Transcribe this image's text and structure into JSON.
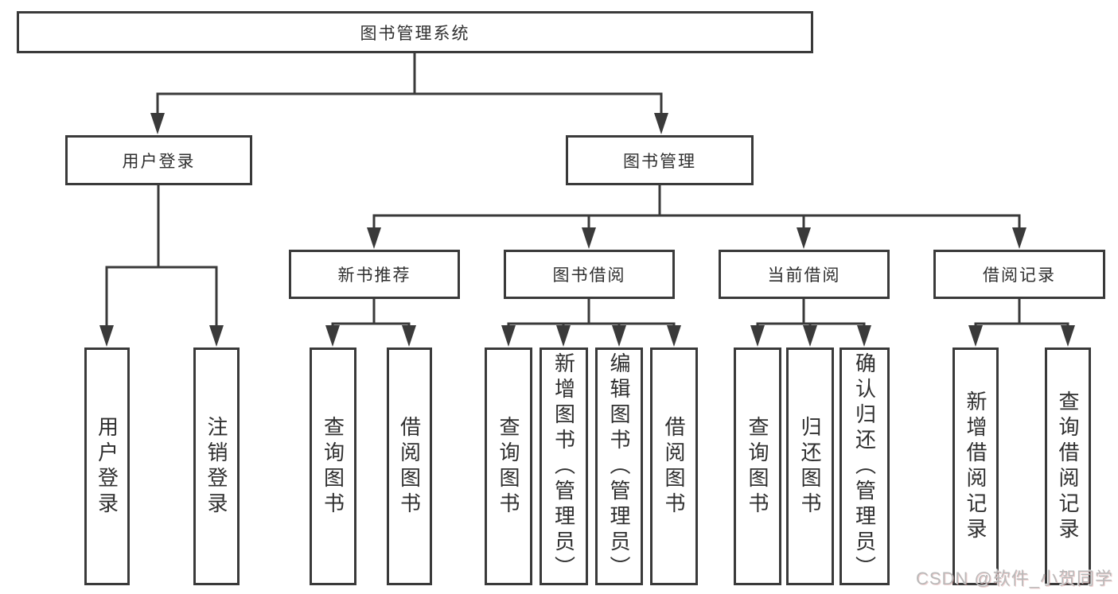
{
  "diagram": {
    "nodes": {
      "root": {
        "label": "图书管理系统"
      },
      "user_login": {
        "label": "用户登录"
      },
      "book_mgmt": {
        "label": "图书管理"
      },
      "new_book": {
        "label": "新书推荐"
      },
      "book_borrow": {
        "label": "图书借阅"
      },
      "current_borrow": {
        "label": "当前借阅"
      },
      "borrow_record": {
        "label": "借阅记录"
      },
      "leaf_user_login": {
        "label": "用户登录"
      },
      "leaf_logout": {
        "label": "注销登录"
      },
      "leaf_query_book_new": {
        "label": "查询图书"
      },
      "leaf_borrow_book_new": {
        "label": "借阅图书"
      },
      "leaf_query_book_borrow": {
        "label": "查询图书"
      },
      "leaf_add_book": {
        "label": "新增图书（管理员）"
      },
      "leaf_edit_book": {
        "label": "编辑图书（管理员）"
      },
      "leaf_borrow_book": {
        "label": "借阅图书"
      },
      "leaf_query_book_current": {
        "label": "查询图书"
      },
      "leaf_return_book": {
        "label": "归还图书"
      },
      "leaf_confirm_return": {
        "label": "确认归还（管理员）"
      },
      "leaf_add_record": {
        "label": "新增借阅记录"
      },
      "leaf_query_record": {
        "label": "查询借阅记录"
      }
    },
    "hierarchy": {
      "图书管理系统": {
        "用户登录": [
          "用户登录",
          "注销登录"
        ],
        "图书管理": {
          "新书推荐": [
            "查询图书",
            "借阅图书"
          ],
          "图书借阅": [
            "查询图书",
            "新增图书（管理员）",
            "编辑图书（管理员）",
            "借阅图书"
          ],
          "当前借阅": [
            "查询图书",
            "归还图书",
            "确认归还（管理员）"
          ],
          "借阅记录": [
            "新增借阅记录",
            "查询借阅记录"
          ]
        }
      }
    },
    "colors": {
      "line": "#3a3a3a",
      "text": "#2f2f2f",
      "background": "#ffffff",
      "watermark_text": "#b9b9b9"
    }
  },
  "watermark": {
    "text": "CSDN @软件_小贺同学"
  }
}
